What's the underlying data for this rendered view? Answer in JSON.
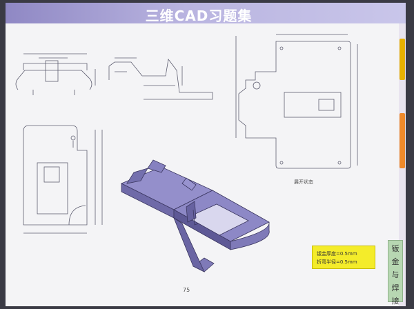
{
  "header": {
    "title": "三维CAD习题集"
  },
  "note": {
    "line1": "钣金厚度=0.5mm",
    "line2": "折弯半径=0.5mm"
  },
  "flat_view": {
    "caption": "展开状态"
  },
  "side_tab": {
    "chars": [
      "钣",
      "金",
      "与",
      "焊",
      "接"
    ]
  },
  "page": {
    "number": "75"
  },
  "colors": {
    "accent": "#a9a3d6",
    "highlight": "#f4ec2a",
    "side_tab": "#b7d7b2",
    "part": "#7f7ab8"
  }
}
